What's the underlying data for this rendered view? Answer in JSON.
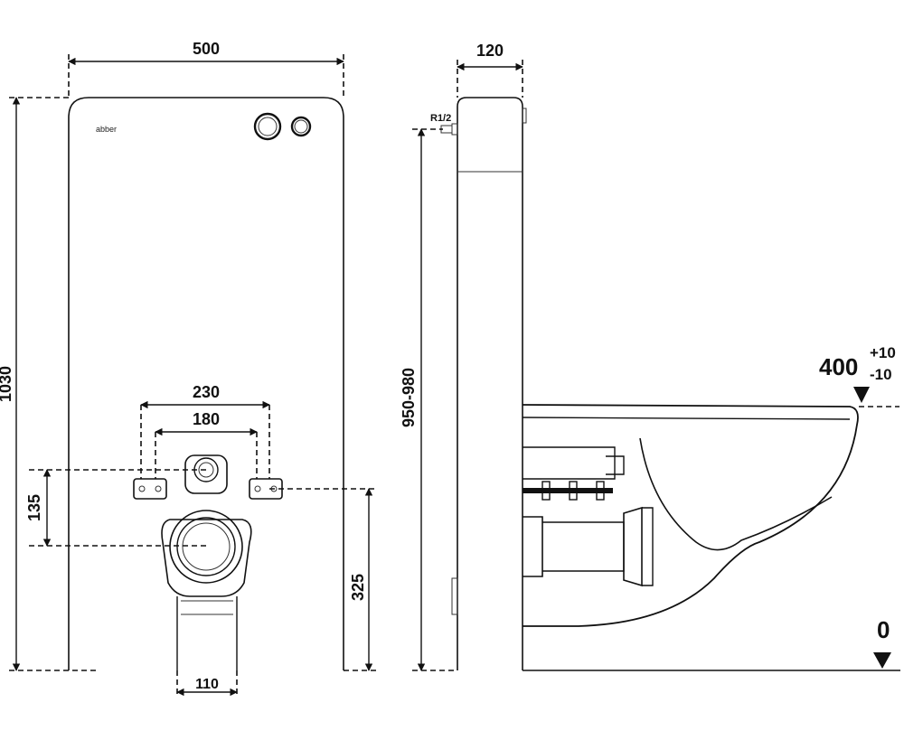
{
  "brand": "abber",
  "front_view": {
    "width": "500",
    "height": "1030",
    "flush_spacing_outer": "230",
    "flush_spacing_inner": "180",
    "drain_offset": "135",
    "drain_height": "325",
    "drain_diameter": "110"
  },
  "side_view": {
    "depth": "120",
    "water_connection": "R1/2",
    "height_range": "950-980",
    "seat_height": "400",
    "seat_tol_plus": "+10",
    "seat_tol_minus": "-10",
    "floor_level": "0"
  }
}
